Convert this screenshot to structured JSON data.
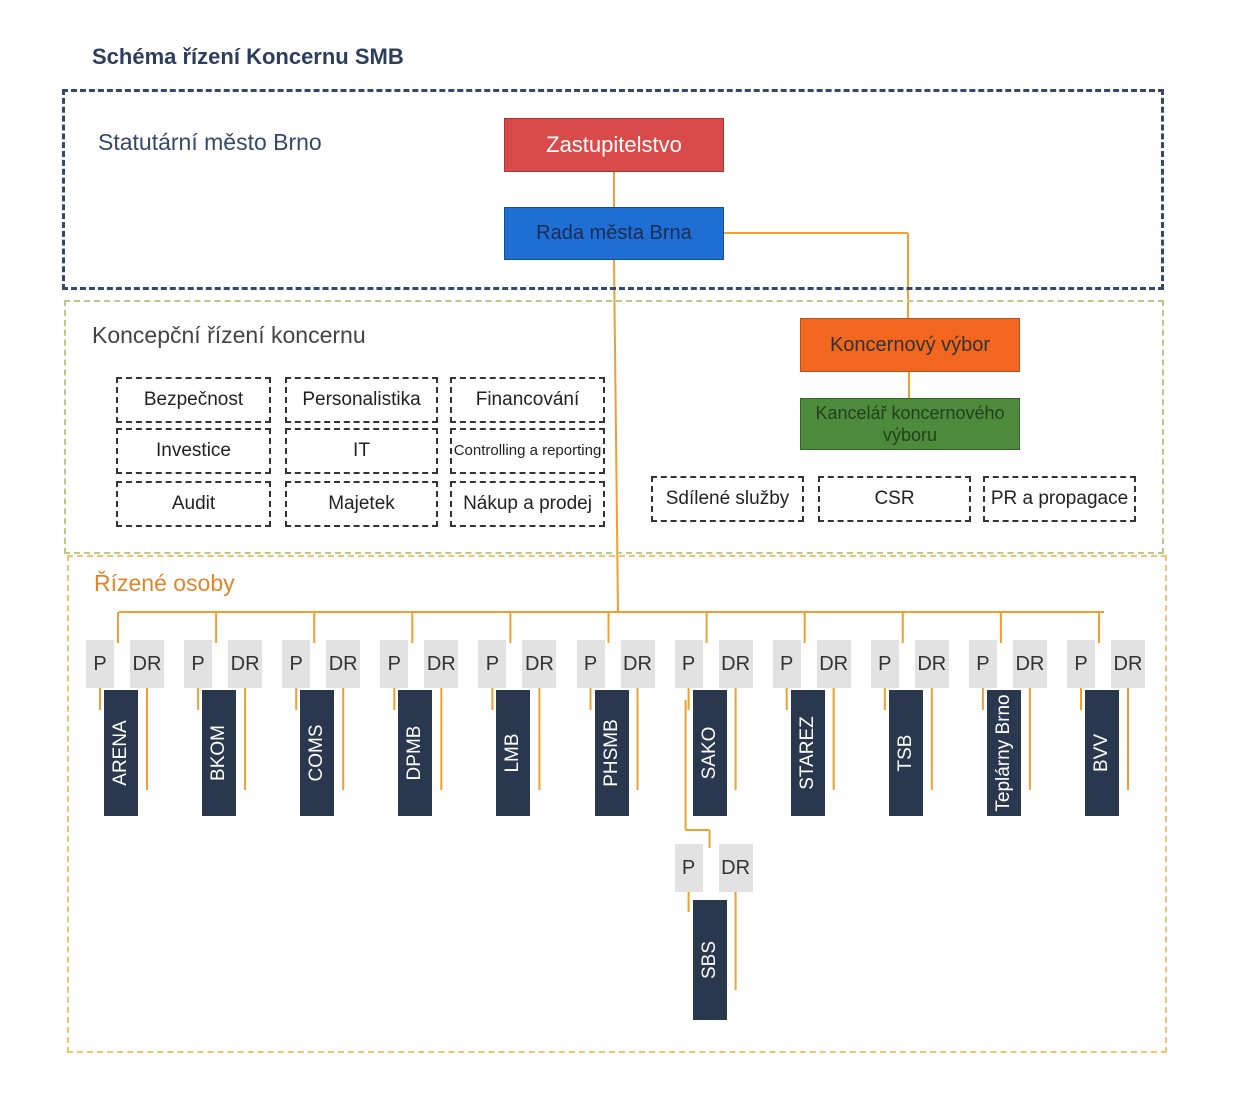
{
  "title": "Schéma řízení Koncernu SMB",
  "sections": {
    "city": "Statutární město Brno",
    "concept": "Koncepční řízení koncernu",
    "managed": "Řízené osoby"
  },
  "nodes": {
    "zastupitelstvo": "Zastupitelstvo",
    "rada": "Rada města Brna",
    "koncernovy_vybor": "Koncernový výbor",
    "kancelar": "Kancelář koncernového výboru"
  },
  "concept_areas": [
    "Bezpečnost",
    "Personalistika",
    "Financování",
    "Investice",
    "IT",
    "Controlling a reporting",
    "Audit",
    "Majetek",
    "Nákup a prodej"
  ],
  "committee_areas": [
    "Sdílené služby",
    "CSR",
    "PR a propagace"
  ],
  "role_labels": {
    "p": "P",
    "dr": "DR"
  },
  "companies": [
    "ARENA",
    "BKOM",
    "COMS",
    "DPMB",
    "LMB",
    "PHSMB",
    "SAKO",
    "STAREZ",
    "TSB",
    "Teplárny Brno",
    "BVV"
  ],
  "subsidiary": {
    "parent": "SAKO",
    "name": "SBS"
  },
  "colors": {
    "zastupitelstvo": "#d94b4b",
    "rada": "#1f6ed4",
    "koncernovy_vybor": "#f2661f",
    "kancelar": "#4c8a3c",
    "company": "#29374f",
    "connector": "#f0a030"
  }
}
